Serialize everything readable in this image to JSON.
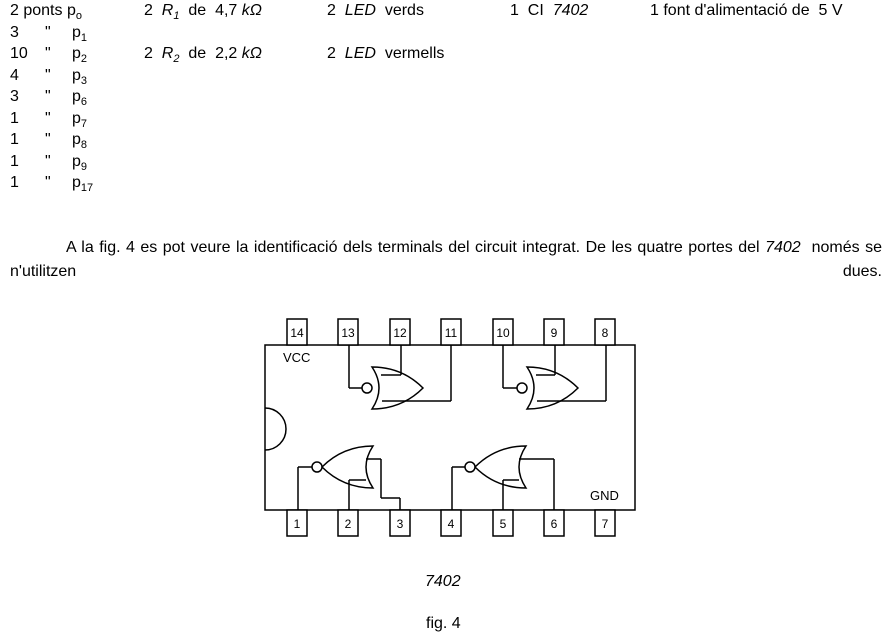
{
  "components": {
    "rows": [
      {
        "qty": "2 ponts",
        "mark": "",
        "p": "p",
        "sub": "o"
      },
      {
        "qty": "3",
        "mark": "\"",
        "p": "p",
        "sub": "1"
      },
      {
        "qty": "10",
        "mark": "\"",
        "p": "p",
        "sub": "2"
      },
      {
        "qty": "4",
        "mark": "\"",
        "p": "p",
        "sub": "3"
      },
      {
        "qty": "3",
        "mark": "\"",
        "p": "p",
        "sub": "6"
      },
      {
        "qty": "1",
        "mark": "\"",
        "p": "p",
        "sub": "7"
      },
      {
        "qty": "1",
        "mark": "\"",
        "p": "p",
        "sub": "8"
      },
      {
        "qty": "1",
        "mark": "\"",
        "p": "p",
        "sub": "9"
      },
      {
        "qty": "1",
        "mark": "\"",
        "p": "p",
        "sub": "17"
      }
    ],
    "resistors": [
      {
        "qty": "2",
        "sym": "R",
        "sub": "1",
        "de": "de",
        "value": "4,7",
        "unit": "kΩ"
      },
      {
        "qty": "2",
        "sym": "R",
        "sub": "2",
        "de": "de",
        "value": "2,2",
        "unit": "kΩ"
      }
    ],
    "leds": [
      {
        "qty": "2",
        "name": "LED",
        "color": "verds"
      },
      {
        "qty": "2",
        "name": "LED",
        "color": "vermells"
      }
    ],
    "ic": {
      "qty": "1",
      "label": "CI",
      "model": "7402"
    },
    "power": {
      "text": "1 font d'alimentació de",
      "value": "5 V"
    }
  },
  "paragraph": {
    "text1": "A la fig. 4 es pot veure la identificació dels terminals del circuit integrat. De les quatre portes del",
    "model": "7402",
    "text2": "només se n'utilitzen dues."
  },
  "chip": {
    "top_pins": [
      "14",
      "13",
      "12",
      "11",
      "10",
      "9",
      "8"
    ],
    "bottom_pins": [
      "1",
      "2",
      "3",
      "4",
      "5",
      "6",
      "7"
    ],
    "vcc": "VCC",
    "gnd": "GND"
  },
  "figure": {
    "model": "7402",
    "caption": "fig. 4"
  }
}
